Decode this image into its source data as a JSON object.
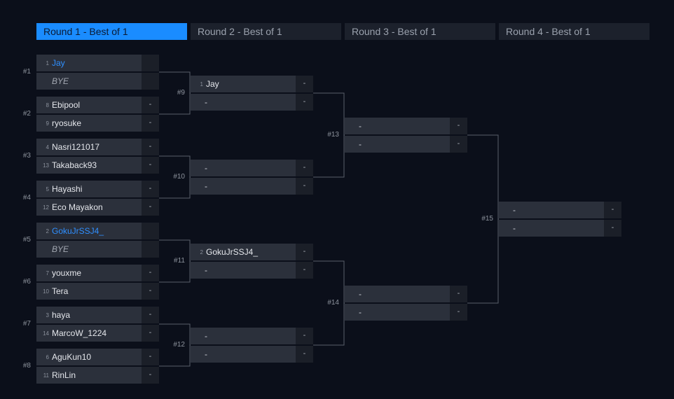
{
  "rounds": [
    {
      "label": "Round 1 - Best of 1",
      "active": true
    },
    {
      "label": "Round 2 - Best of 1",
      "active": false
    },
    {
      "label": "Round 3 - Best of 1",
      "active": false
    },
    {
      "label": "Round 4 - Best of 1",
      "active": false
    }
  ],
  "colors": {
    "accent": "#1a8cff",
    "background": "#0b0f1a",
    "slot": "#2b303b",
    "score_bg": "#1b1f28",
    "line": "#5a5f6a"
  },
  "matches": [
    {
      "id": "m1",
      "label": "#1",
      "round": 1,
      "slots": [
        {
          "seed": "1",
          "name": "Jay",
          "score": "",
          "winner": true
        },
        {
          "seed": "",
          "name": "BYE",
          "score": "",
          "bye": true
        }
      ]
    },
    {
      "id": "m2",
      "label": "#2",
      "round": 1,
      "slots": [
        {
          "seed": "8",
          "name": "Ebipool",
          "score": "-"
        },
        {
          "seed": "9",
          "name": "ryosuke",
          "score": "-"
        }
      ]
    },
    {
      "id": "m3",
      "label": "#3",
      "round": 1,
      "slots": [
        {
          "seed": "4",
          "name": "Nasri121017",
          "score": "-"
        },
        {
          "seed": "13",
          "name": "Takaback93",
          "score": "-"
        }
      ]
    },
    {
      "id": "m4",
      "label": "#4",
      "round": 1,
      "slots": [
        {
          "seed": "5",
          "name": "Hayashi",
          "score": "-"
        },
        {
          "seed": "12",
          "name": "Eco Mayakon",
          "score": "-"
        }
      ]
    },
    {
      "id": "m5",
      "label": "#5",
      "round": 1,
      "slots": [
        {
          "seed": "2",
          "name": "GokuJrSSJ4_",
          "score": "",
          "winner": true
        },
        {
          "seed": "",
          "name": "BYE",
          "score": "",
          "bye": true
        }
      ]
    },
    {
      "id": "m6",
      "label": "#6",
      "round": 1,
      "slots": [
        {
          "seed": "7",
          "name": "youxme",
          "score": "-"
        },
        {
          "seed": "10",
          "name": "Tera",
          "score": "-"
        }
      ]
    },
    {
      "id": "m7",
      "label": "#7",
      "round": 1,
      "slots": [
        {
          "seed": "3",
          "name": "haya",
          "score": "-"
        },
        {
          "seed": "14",
          "name": "MarcoW_1224",
          "score": "-"
        }
      ]
    },
    {
      "id": "m8",
      "label": "#8",
      "round": 1,
      "slots": [
        {
          "seed": "6",
          "name": "AguKun10",
          "score": "-"
        },
        {
          "seed": "11",
          "name": "RinLin",
          "score": "-"
        }
      ]
    },
    {
      "id": "m9",
      "label": "#9",
      "round": 2,
      "slots": [
        {
          "seed": "1",
          "name": "Jay",
          "score": "-"
        },
        {
          "seed": "",
          "name": "-",
          "score": "-"
        }
      ]
    },
    {
      "id": "m10",
      "label": "#10",
      "round": 2,
      "slots": [
        {
          "seed": "",
          "name": "-",
          "score": "-"
        },
        {
          "seed": "",
          "name": "-",
          "score": "-"
        }
      ]
    },
    {
      "id": "m11",
      "label": "#11",
      "round": 2,
      "slots": [
        {
          "seed": "2",
          "name": "GokuJrSSJ4_",
          "score": "-"
        },
        {
          "seed": "",
          "name": "-",
          "score": "-"
        }
      ]
    },
    {
      "id": "m12",
      "label": "#12",
      "round": 2,
      "slots": [
        {
          "seed": "",
          "name": "-",
          "score": "-"
        },
        {
          "seed": "",
          "name": "-",
          "score": "-"
        }
      ]
    },
    {
      "id": "m13",
      "label": "#13",
      "round": 3,
      "slots": [
        {
          "seed": "",
          "name": "-",
          "score": "-"
        },
        {
          "seed": "",
          "name": "-",
          "score": "-"
        }
      ]
    },
    {
      "id": "m14",
      "label": "#14",
      "round": 3,
      "slots": [
        {
          "seed": "",
          "name": "-",
          "score": "-"
        },
        {
          "seed": "",
          "name": "-",
          "score": "-"
        }
      ]
    },
    {
      "id": "m15",
      "label": "#15",
      "round": 4,
      "slots": [
        {
          "seed": "",
          "name": "-",
          "score": "-"
        },
        {
          "seed": "",
          "name": "-",
          "score": "-"
        }
      ]
    }
  ]
}
